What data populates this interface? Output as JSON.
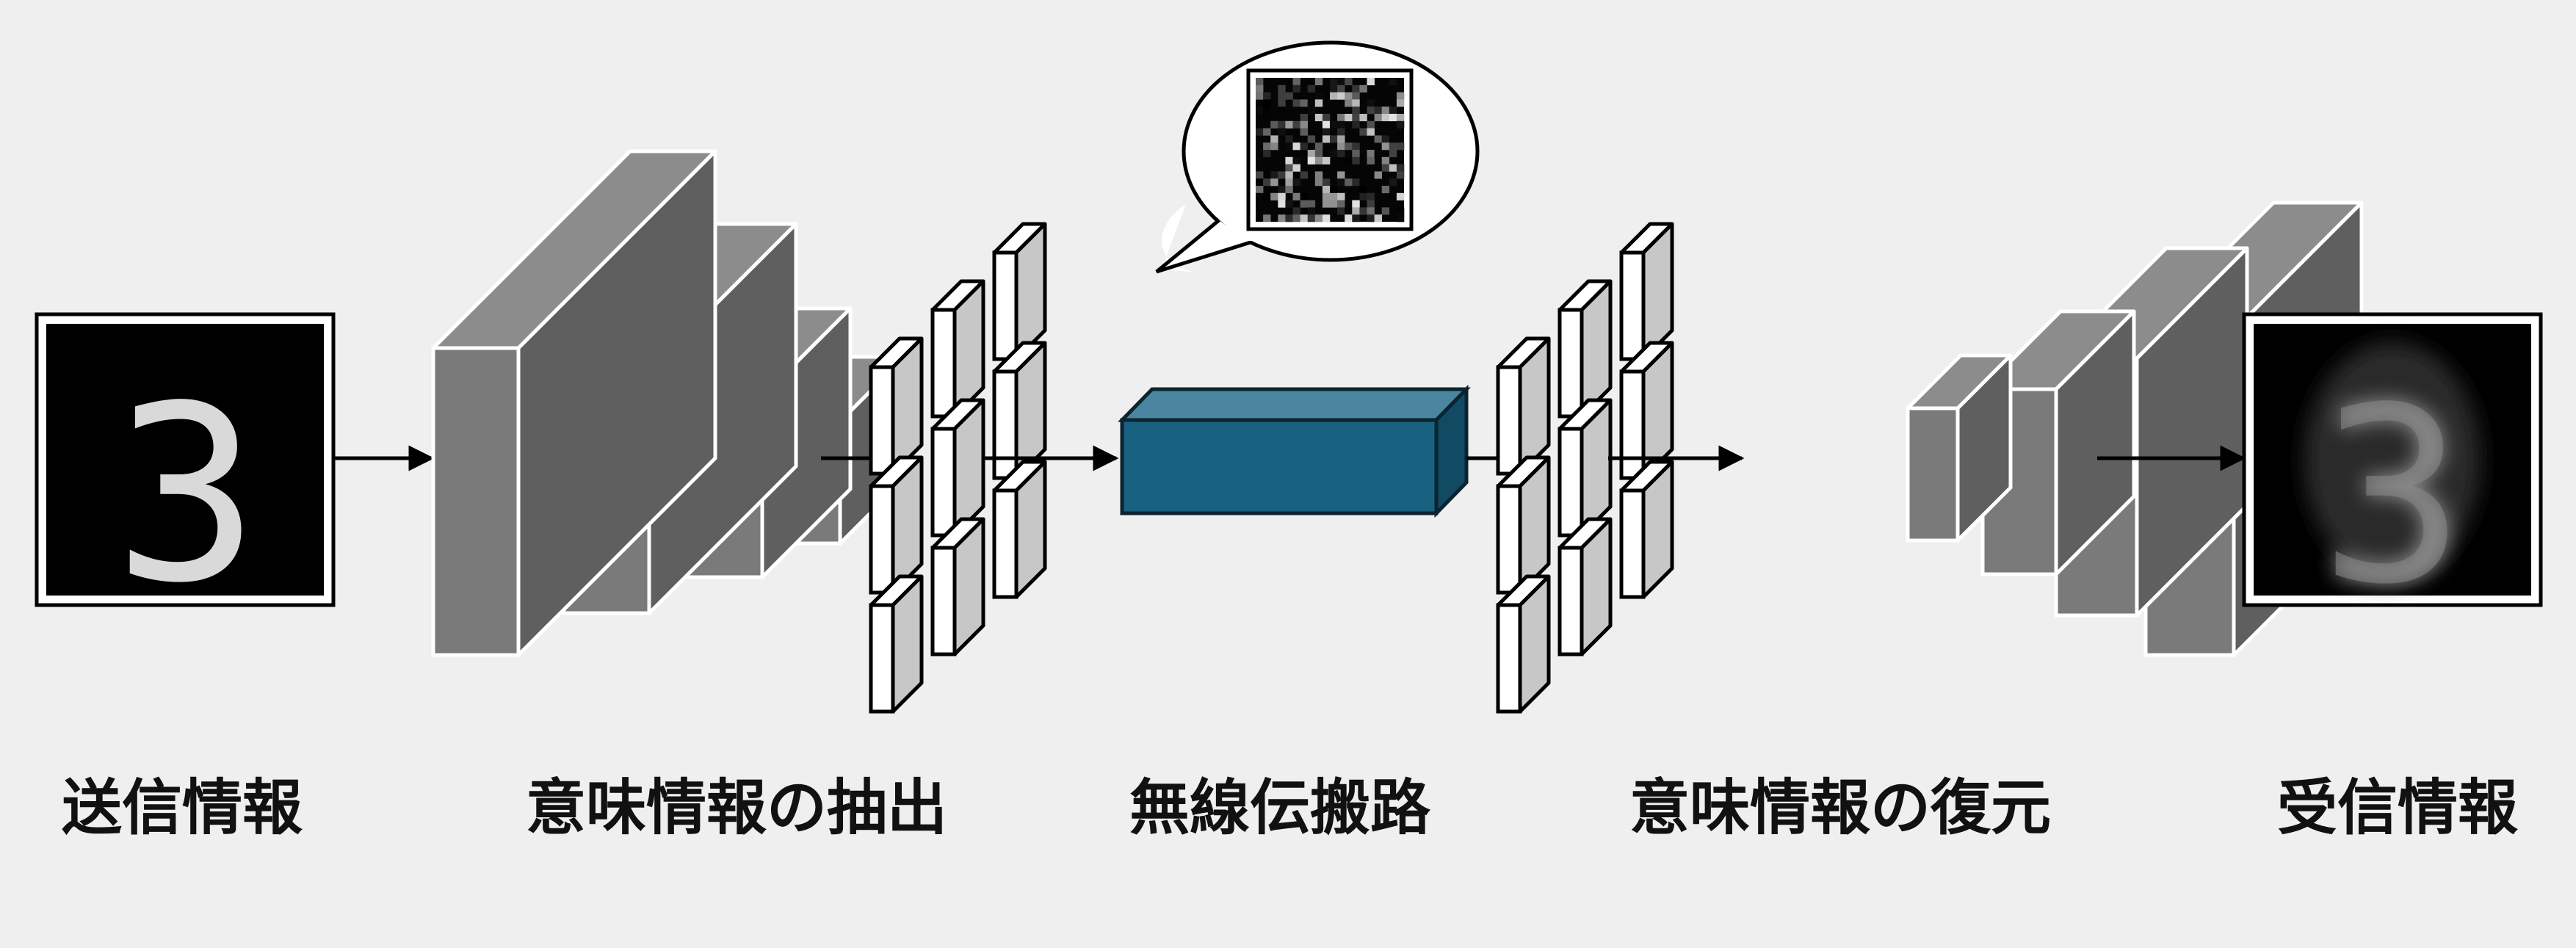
{
  "labels": {
    "sent": "送信情報",
    "extract": "意味情報の抽出",
    "channel": "無線伝搬路",
    "restore": "意味情報の復元",
    "received": "受信情報"
  },
  "images": {
    "input_digit": "3",
    "output_digit": "3"
  },
  "icons": {
    "input": "mnist-digit-image",
    "output": "reconstructed-digit-image",
    "encoder": "cnn-encoder-icon",
    "decoder": "cnn-decoder-icon",
    "channel": "wireless-channel-block-icon",
    "noise": "noise-speech-bubble-icon"
  },
  "colors": {
    "background": "#efefef",
    "channel_front": "#196180",
    "channel_top": "#4a86a0",
    "channel_side": "#114a63",
    "layer_front": "#7a7a7a",
    "layer_top": "#8c8c8c",
    "layer_side": "#5f5f5f",
    "cube_front": "#ffffff",
    "cube_side": "#c7c7c7"
  }
}
